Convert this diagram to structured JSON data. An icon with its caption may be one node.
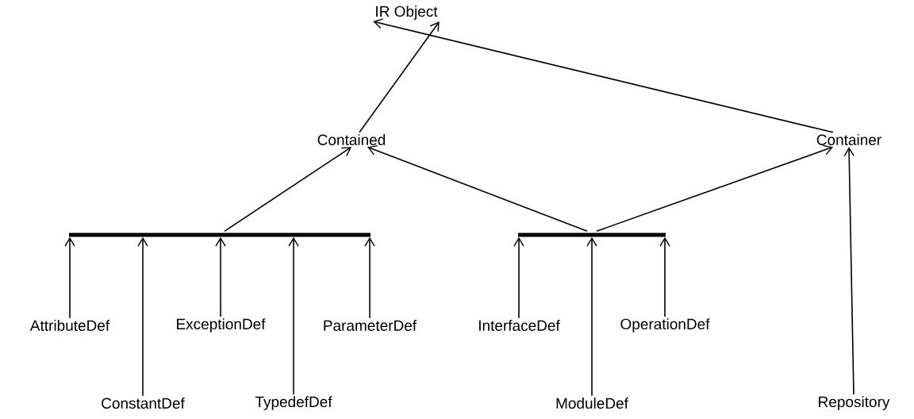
{
  "diagram": {
    "nodes": [
      {
        "text": [
          "IR Object"
        ]
      },
      {
        "text": [
          "Contained"
        ]
      },
      {
        "text": [
          "Container"
        ]
      },
      {
        "text": [],
        "shape": "bar"
      },
      {
        "text": [],
        "shape": "bar"
      },
      {
        "text": [
          "AttributeDef"
        ]
      },
      {
        "text": [
          "ConstantDef"
        ]
      },
      {
        "text": [
          "ExceptionDef"
        ]
      },
      {
        "text": [
          "TypedefDef"
        ]
      },
      {
        "text": [
          "ParameterDef"
        ]
      },
      {
        "text": [
          "InterfaceDef"
        ]
      },
      {
        "text": [
          "ModuleDef"
        ]
      },
      {
        "text": [
          "OperationDef"
        ]
      },
      {
        "text": [
          "Repository"
        ]
      }
    ],
    "edges": [
      {
        "from": 1,
        "to": 0,
        "arrow": "to"
      },
      {
        "from": 2,
        "to": 0,
        "arrow": "to"
      },
      {
        "from": 3,
        "to": 1,
        "arrow": "to"
      },
      {
        "from": 4,
        "to": 1,
        "arrow": "to"
      },
      {
        "from": 4,
        "to": 2,
        "arrow": "to"
      },
      {
        "from": 13,
        "to": 2,
        "arrow": "to"
      },
      {
        "from": 5,
        "to": 3,
        "arrow": "to"
      },
      {
        "from": 6,
        "to": 3,
        "arrow": "to"
      },
      {
        "from": 7,
        "to": 3,
        "arrow": "to"
      },
      {
        "from": 8,
        "to": 3,
        "arrow": "to"
      },
      {
        "from": 9,
        "to": 3,
        "arrow": "to"
      },
      {
        "from": 10,
        "to": 4,
        "arrow": "to"
      },
      {
        "from": 11,
        "to": 4,
        "arrow": "to"
      },
      {
        "from": 12,
        "to": 4,
        "arrow": "to"
      }
    ]
  }
}
